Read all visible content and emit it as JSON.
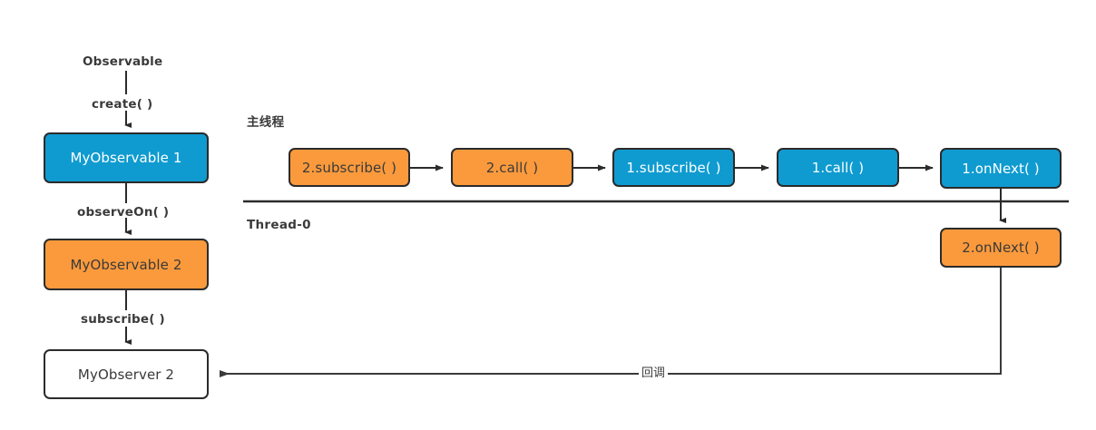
{
  "diagram": {
    "title_label": "Observable",
    "swimlanes": [
      {
        "name": "main-thread",
        "label": "主线程"
      },
      {
        "name": "worker-thread",
        "label": "Thread-0"
      }
    ],
    "left_column": {
      "top_label": "Observable",
      "edges": [
        {
          "name": "create",
          "label": "create( )"
        },
        {
          "name": "observe-on",
          "label": "observeOn( )"
        },
        {
          "name": "subscribe",
          "label": "subscribe( )"
        }
      ],
      "nodes": [
        {
          "name": "my-observable-1",
          "label": "MyObservable 1",
          "style": "blue"
        },
        {
          "name": "my-observable-2",
          "label": "MyObservable 2",
          "style": "orange"
        },
        {
          "name": "my-observer-2",
          "label": "MyObserver 2",
          "style": "white"
        }
      ]
    },
    "main_thread_chain": [
      {
        "name": "step-2-subscribe",
        "label": "2.subscribe( )",
        "style": "orange"
      },
      {
        "name": "step-2-call",
        "label": "2.call( )",
        "style": "orange"
      },
      {
        "name": "step-1-subscribe",
        "label": "1.subscribe( )",
        "style": "blue"
      },
      {
        "name": "step-1-call",
        "label": "1.call( )",
        "style": "blue"
      },
      {
        "name": "step-1-onnext",
        "label": "1.onNext( )",
        "style": "blue"
      }
    ],
    "worker_thread_chain": [
      {
        "name": "step-2-onnext",
        "label": "2.onNext( )",
        "style": "orange"
      }
    ],
    "callback_edge": {
      "name": "callback",
      "label": "回调"
    },
    "colors": {
      "blue": "#0f9bd0",
      "orange": "#fb9a3c",
      "white": "#ffffff",
      "stroke": "#2b2b2b",
      "text_dark": "#3a3a3a",
      "text_light": "#ffffff"
    }
  }
}
